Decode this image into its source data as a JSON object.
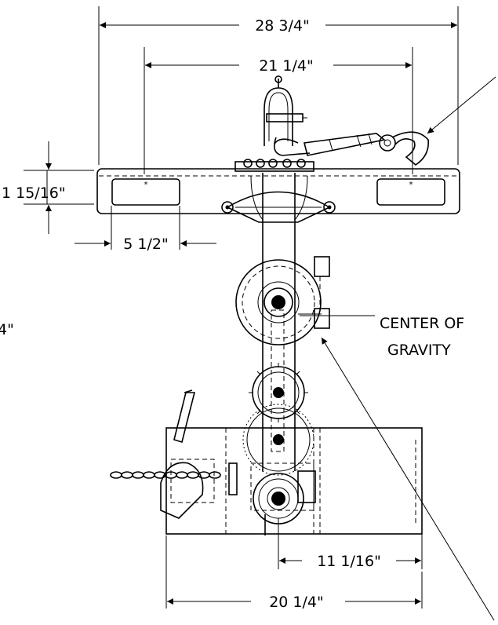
{
  "dimensions": {
    "overall_width": "28 3/4\"",
    "pocket_spacing": "21 1/4\"",
    "pocket_height": "1 15/16\"",
    "pocket_width": "5 1/2\"",
    "offset": "11 1/16\"",
    "base_width": "20 1/4\"",
    "partial_label": "4\""
  },
  "callouts": {
    "cog_line1": "CENTER OF",
    "cog_line2": "GRAVITY"
  }
}
